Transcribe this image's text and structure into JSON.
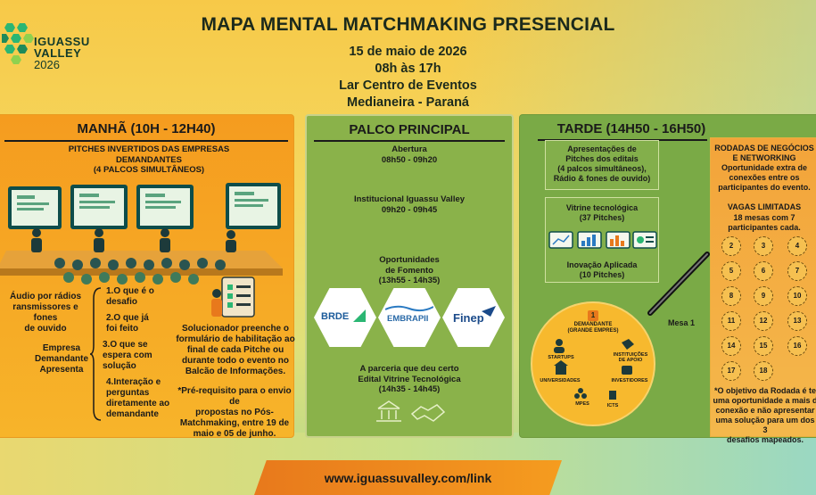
{
  "brand": {
    "line1": "IGUASSU",
    "line2": "VALLEY",
    "line3": "2026"
  },
  "header": {
    "title": "MAPA MENTAL MATCHMAKING PRESENCIAL",
    "date": "15 de maio de 2026",
    "time": "08h às 17h",
    "venue": "Lar Centro de Eventos",
    "city": "Medianeira - Paraná"
  },
  "manha": {
    "title": "MANHÃ (10H - 12H40)",
    "subtitle_1": "PITCHES INVERTIDOS DAS EMPRESAS",
    "subtitle_2": "DEMANDANTES",
    "subtitle_3": "(4 PALCOS SIMULTÂNEOS)",
    "audio_1": "Áudio por rádios",
    "audio_2": "ransmissores e fones",
    "audio_3": "de ouvido",
    "empresa_1": "Empresa",
    "empresa_2": "Demandante",
    "empresa_3": "Apresenta",
    "steps": [
      {
        "l1": "1.O que é o",
        "l2": "desafio"
      },
      {
        "l1": "2.O que já",
        "l2": "foi feito"
      },
      {
        "l1": "3.O que se",
        "l2": "espera com",
        "l3": "solução"
      },
      {
        "l1": "4.Interação e",
        "l2": "perguntas",
        "l3": "diretamente ao",
        "l4": "demandante"
      }
    ],
    "solucionador": [
      "Solucionador preenche o",
      "formulário de habilitação ao",
      "final de cada Pitche ou",
      "durante todo o evento no",
      "Balcão de Informações."
    ],
    "prereq": [
      "*Pré-requisito para o envio de",
      "propostas no Pós-",
      "Matchmaking, entre 19 de",
      "maio e 05 de junho."
    ]
  },
  "palco": {
    "title": "PALCO PRINCIPAL",
    "abertura": "Abertura",
    "abertura_time": "08h50 - 09h20",
    "institucional": "Institucional Iguassu Valley",
    "institucional_time": "09h20 - 09h45",
    "oport_1": "Oportunidades",
    "oport_2": "de Fomento",
    "oport_time": "(13h55 - 14h35)",
    "logos": [
      "BRDE",
      "EMBRAPII",
      "Finep"
    ],
    "parceria_1": "A parceria que deu certo",
    "parceria_2": "Edital Vitrine Tecnológica",
    "parceria_time": "(14h35 - 14h45)"
  },
  "tarde": {
    "title": "TARDE (14H50 - 16H50)",
    "apres": [
      "Apresentações de",
      "Pitches dos editais",
      "(4 palcos simultâneos),",
      "Rádio & fones de ouvido)"
    ],
    "vitrine_1": "Vitrine tecnológica",
    "vitrine_2": "(37 Pitches)",
    "inov_1": "Inovação Aplicada",
    "inov_2": "(10 Pitches)",
    "mesa": "Mesa 1",
    "net_center": "1",
    "net_dem_1": "DEMANDANTE",
    "net_dem_2": "(GRANDE EMPRES)",
    "nodes": [
      "STARTUPS",
      "INSTITUIÇÕES DE APOIO",
      "UNIVERSIDADES",
      "INVESTIDORES",
      "MPES",
      "ICTS"
    ],
    "rodadas": [
      "RODADAS DE NEGÓCIOS",
      "E NETWORKING"
    ],
    "rod_desc": [
      "Oportunidade extra de",
      "conexões entre os",
      "participantes do evento."
    ],
    "vagas": "VAGAS LIMITADAS",
    "vagas_desc": [
      "18 mesas com 7",
      "participantes cada."
    ],
    "tables": [
      "2",
      "3",
      "4",
      "5",
      "6",
      "7",
      "8",
      "9",
      "10",
      "11",
      "12",
      "13",
      "14",
      "15",
      "16",
      "17",
      "18"
    ],
    "rod_note": [
      "*O objetivo da Rodada é te",
      "uma oportunidade a mais d",
      "conexão e não apresentar",
      "uma solução para um dos 3",
      "desafios mapeados."
    ]
  },
  "footer": {
    "link": "www.iguassuvalley.com/link"
  },
  "colors": {
    "orange": "#f59c1f",
    "green": "#8ab24a",
    "dark_green": "#7aaa46",
    "teal_logo": "#2bb673"
  }
}
